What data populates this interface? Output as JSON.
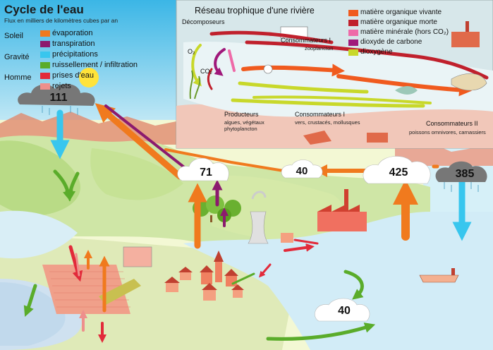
{
  "title": "Cycle de l'eau",
  "subtitle": "Flux en milliers de kilomètres cubes par an",
  "categories": [
    {
      "label": "Soleil"
    },
    {
      "label": "Gravité"
    },
    {
      "label": "Homme"
    }
  ],
  "flow_legend": [
    {
      "label": "évaporation",
      "color": "#f07a1e"
    },
    {
      "label": "transpiration",
      "color": "#8c1a6e"
    },
    {
      "label": "précipitations",
      "color": "#38c6ee"
    },
    {
      "label": "ruissellement / infiltration",
      "color": "#5aac2a"
    },
    {
      "label": "prises d'eau",
      "color": "#e22a3a"
    },
    {
      "label": "rejets",
      "color": "#ee8f8c"
    }
  ],
  "cloud_values": {
    "top_left": "111",
    "center": "71",
    "mid": "40",
    "right": "425",
    "ocean_rain": "385",
    "river": "40"
  },
  "inset": {
    "title": "Réseau trophique d'une rivière",
    "legend": [
      {
        "label": "matière organique vivante",
        "color": "#f05a1e"
      },
      {
        "label": "matière organique morte",
        "color": "#c0202c"
      },
      {
        "label": "matière minérale (hors CO₂)",
        "color": "#ee6aa8"
      },
      {
        "label": "dioxyde de carbone",
        "color": "#a0187a"
      },
      {
        "label": "dioxygène",
        "color": "#c8d82a"
      }
    ],
    "labels": {
      "decomposers": "Décomposeurs",
      "o2": "O₂",
      "co2": "CO₂",
      "consumers_1_title": "Consommateurs I",
      "consumers_1_sub": "zooplancton",
      "producers_title": "Producteurs",
      "producers_sub": "algues, végétaux phytoplancton",
      "consumers_1b_title": "Consommateurs I",
      "consumers_1b_sub": "vers, crustacés, mollusques",
      "consumers_2_title": "Consommateurs II",
      "consumers_2_sub": "poissons omnivores, carnassiers"
    }
  }
}
